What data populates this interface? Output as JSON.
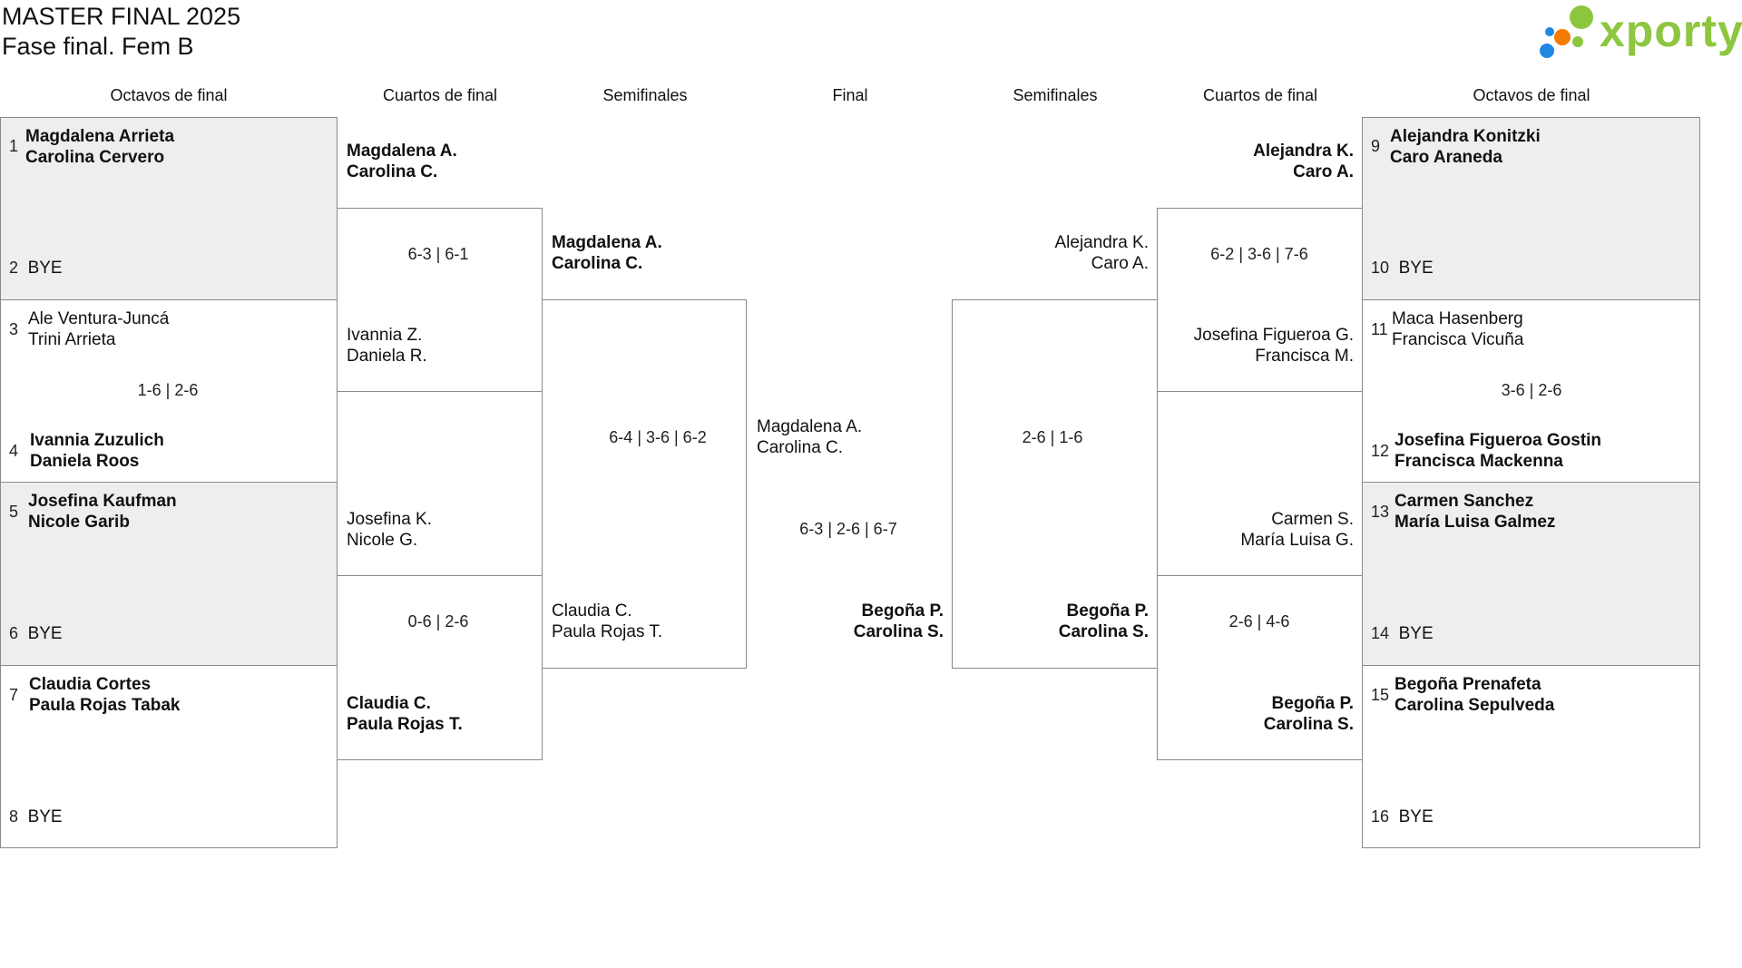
{
  "header": {
    "title": "MASTER FINAL 2025",
    "subtitle": "Fase final. Fem B",
    "logo_text": "xporty",
    "logo_colors": [
      "#1e88e5",
      "#f57c00",
      "#8dc63f"
    ]
  },
  "columns": {
    "left_r16": "Octavos de final",
    "left_qf": "Cuartos de final",
    "left_sf": "Semifinales",
    "final": "Final",
    "right_sf": "Semifinales",
    "right_qf": "Cuartos de final",
    "right_r16": "Octavos de final"
  },
  "r16_left": [
    {
      "seed": "1",
      "p1": "Magdalena Arrieta",
      "p2": "Carolina Cervero"
    },
    {
      "seed": "2",
      "p1": "BYE"
    },
    {
      "seed": "3",
      "p1": "Ale Ventura-Juncá",
      "p2": "Trini Arrieta"
    },
    {
      "seed": "4",
      "p1": "Ivannia Zuzulich",
      "p2": "Daniela Roos"
    },
    {
      "seed": "5",
      "p1": "Josefina Kaufman",
      "p2": "Nicole Garib"
    },
    {
      "seed": "6",
      "p1": "BYE"
    },
    {
      "seed": "7",
      "p1": "Claudia Cortes",
      "p2": "Paula Rojas Tabak"
    },
    {
      "seed": "8",
      "p1": "BYE"
    }
  ],
  "r16_left_scores": {
    "m2": "1-6 | 2-6"
  },
  "r16_right": [
    {
      "seed": "9",
      "p1": "Alejandra Konitzki",
      "p2": "Caro Araneda"
    },
    {
      "seed": "10",
      "p1": "BYE"
    },
    {
      "seed": "11",
      "p1": "Maca Hasenberg",
      "p2": "Francisca Vicuña"
    },
    {
      "seed": "12",
      "p1": "Josefina Figueroa Gostin",
      "p2": "Francisca Mackenna"
    },
    {
      "seed": "13",
      "p1": "Carmen Sanchez",
      "p2": "María Luisa Galmez"
    },
    {
      "seed": "14",
      "p1": "BYE"
    },
    {
      "seed": "15",
      "p1": "Begoña Prenafeta",
      "p2": "Carolina Sepulveda"
    },
    {
      "seed": "16",
      "p1": "BYE"
    }
  ],
  "r16_right_scores": {
    "m6": "3-6 | 2-6"
  },
  "qf_left": [
    {
      "p1": "Magdalena A.",
      "p2": "Carolina C."
    },
    {
      "p1": "Ivannia Z.",
      "p2": "Daniela R."
    },
    {
      "p1": "Josefina K.",
      "p2": "Nicole G."
    },
    {
      "p1": "Claudia C.",
      "p2": "Paula Rojas T."
    }
  ],
  "qf_left_scores": [
    "6-3 | 6-1",
    "0-6 | 2-6"
  ],
  "qf_right": [
    {
      "p1": "Alejandra K.",
      "p2": "Caro A."
    },
    {
      "p1": "Josefina Figueroa G.",
      "p2": "Francisca M."
    },
    {
      "p1": "Carmen S.",
      "p2": "María Luisa G."
    },
    {
      "p1": "Begoña P.",
      "p2": "Carolina S."
    }
  ],
  "qf_right_scores": [
    "6-2 | 3-6 | 7-6",
    "2-6 | 4-6"
  ],
  "sf_left": [
    {
      "p1": "Magdalena A.",
      "p2": "Carolina C."
    },
    {
      "p1": "Claudia C.",
      "p2": "Paula Rojas T."
    }
  ],
  "sf_left_score": "6-4 | 3-6 | 6-2",
  "sf_right": [
    {
      "p1": "Alejandra K.",
      "p2": "Caro A."
    },
    {
      "p1": "Begoña P.",
      "p2": "Carolina S."
    }
  ],
  "sf_right_score": "2-6 | 1-6",
  "final": {
    "top": {
      "p1": "Magdalena A.",
      "p2": "Carolina C."
    },
    "bottom": {
      "p1": "Begoña P.",
      "p2": "Carolina S."
    },
    "score": "6-3 | 2-6 | 6-7"
  }
}
